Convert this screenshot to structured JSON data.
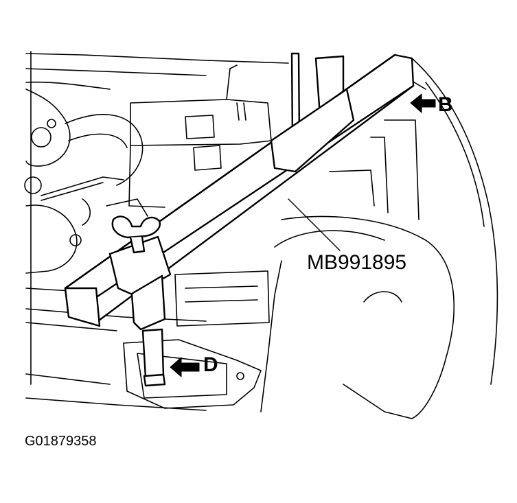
{
  "callouts": {
    "tool_number": "MB991895",
    "point_b": "B",
    "point_d": "D"
  },
  "figure_id": "G01879358"
}
